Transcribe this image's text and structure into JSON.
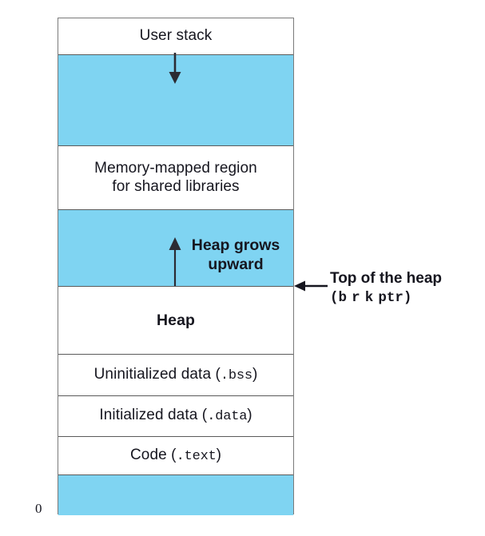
{
  "diagram": {
    "title": "Process virtual address space layout",
    "colors": {
      "blue_fill": "#7fd4f2",
      "border": "#7a7a7a",
      "divider": "#5a5a5a",
      "text": "#16161f",
      "page_background": "#ffffff"
    },
    "segments": [
      {
        "key": "user_stack",
        "label": "User stack",
        "fill": "white",
        "bold": false,
        "mono_suffix": ""
      },
      {
        "key": "stack_gap",
        "label": "",
        "fill": "blue",
        "bold": false,
        "mono_suffix": ""
      },
      {
        "key": "mmap_region",
        "label": "Memory-mapped region\nfor shared libraries",
        "fill": "white",
        "bold": false,
        "mono_suffix": ""
      },
      {
        "key": "heap_free",
        "label": "",
        "fill": "blue",
        "bold": false,
        "mono_suffix": ""
      },
      {
        "key": "heap",
        "label": "Heap",
        "fill": "white",
        "bold": true,
        "mono_suffix": ""
      },
      {
        "key": "bss",
        "label": "Uninitialized data (",
        "fill": "white",
        "bold": false,
        "mono_suffix": ".bss"
      },
      {
        "key": "data",
        "label": "Initialized data (",
        "fill": "white",
        "bold": false,
        "mono_suffix": ".data"
      },
      {
        "key": "text",
        "label": "Code (",
        "fill": "white",
        "bold": false,
        "mono_suffix": ".text"
      },
      {
        "key": "reserved_low",
        "label": "",
        "fill": "blue",
        "bold": false,
        "mono_suffix": ""
      }
    ],
    "annotations": {
      "heap_grows": "Heap grows\nupward",
      "brk_line1": "Top of the heap",
      "brk_line2_open": "(",
      "brk_line2_mono": "brk",
      "brk_line2_mono2": "ptr",
      "brk_line2_close": ")",
      "zero": "0"
    },
    "arrows": {
      "stack_down": "stack-grows-down-arrow",
      "heap_up": "heap-grows-up-arrow",
      "brk_pointer": "brk-pointer-arrow"
    }
  }
}
